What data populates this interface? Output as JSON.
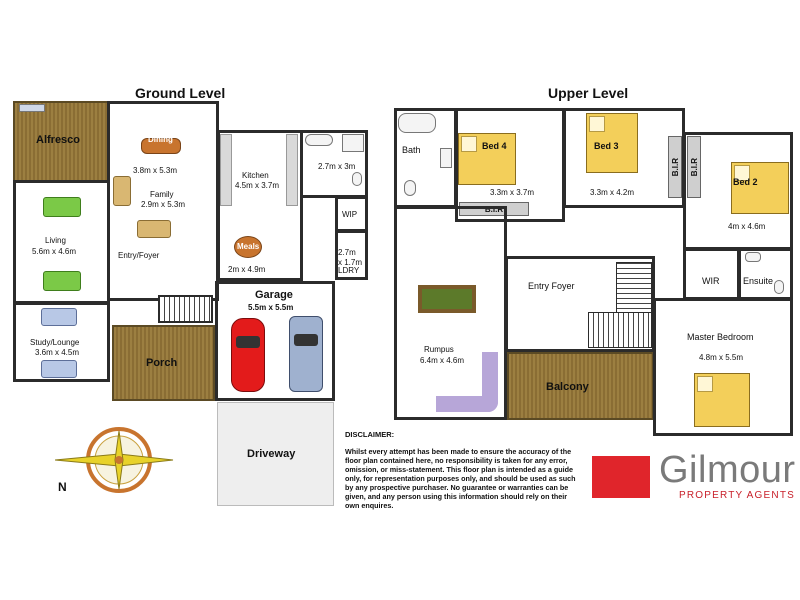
{
  "levels": {
    "ground": "Ground Level",
    "upper": "Upper Level"
  },
  "ground_rooms": {
    "alfresco": "Alfresco",
    "dining": "Dining",
    "dining_dim": "3.8m x 5.3m",
    "family": "Family",
    "family_dim": "2.9m x 5.3m",
    "kitchen": "Kitchen",
    "kitchen_dim": "4.5m x 3.7m",
    "bath_dim": "2.7m x 3m",
    "wip": "WIP",
    "living": "Living",
    "living_dim": "5.6m x 4.6m",
    "entry": "Entry/Foyer",
    "meals": "Meals",
    "meals_dim": "2m x 4.9m",
    "laundry_dim": "2.7m\nx 1.7m",
    "laundry": "LDRY",
    "garage": "Garage",
    "garage_dim": "5.5m x 5.5m",
    "study": "Study/Lounge",
    "study_dim": "3.6m x 4.5m",
    "porch": "Porch",
    "driveway": "Driveway"
  },
  "upper_rooms": {
    "bath": "Bath",
    "bed4": "Bed 4",
    "bed4_dim": "3.3m x 3.7m",
    "bir": "B.I.R",
    "bed3": "Bed 3",
    "bed3_dim": "3.3m x 4.2m",
    "bir_v1": "B.I.R",
    "bir_v2": "B.I.R",
    "bed2": "Bed 2",
    "bed2_dim": "4m x 4.6m",
    "entry_foyer": "Entry Foyer",
    "wir": "WIR",
    "ensuite": "Ensuite",
    "rumpus": "Rumpus",
    "rumpus_dim": "6.4m x 4.6m",
    "master": "Master Bedroom",
    "master_dim": "4.8m x 5.5m",
    "balcony": "Balcony"
  },
  "compass": {
    "north": "N"
  },
  "disclaimer": {
    "heading": "DISCLAIMER:",
    "text": "Whilst every attempt has been made to ensure the accuracy of the floor plan contained here, no responsibility is taken for any error, omission, or miss-statement. This floor plan is intended as a guide only, for representation purposes only, and should be used as such by any prospective purchaser. No guarantee or warranties can be given, and any person using this information should rely on their own enquires."
  },
  "brand": {
    "name": "Gilmour",
    "tagline": "PROPERTY AGENTS",
    "color_red": "#e0252b",
    "color_text": "#7a7a7a",
    "color_tagline": "#c8202a"
  }
}
